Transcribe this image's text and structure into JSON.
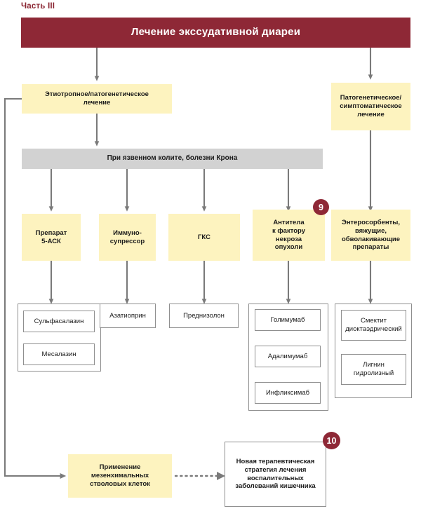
{
  "part_label": "Часть III",
  "title": "Лечение экссудативной диареи",
  "branches": {
    "left": "Этиотропное/патогенетическое\nлечение",
    "right": "Патогенетическое/\nсимптоматическое\nлечение"
  },
  "condition_bar": "При язвенном колите, болезни Крона",
  "categories": [
    {
      "name": "Препарат\n5-АСК"
    },
    {
      "name": "Иммуно-\nсупрессор"
    },
    {
      "name": "ГКС"
    },
    {
      "name": "Антитела\nк фактору\nнекроза\nопухоли"
    },
    {
      "name": "Энтеросорбенты,\nвяжущие,\nобволакивающие\nпрепараты"
    }
  ],
  "drugs": {
    "asa": [
      "Сульфасалазин",
      "Месалазин"
    ],
    "immunosuppressor": [
      "Азатиоприн"
    ],
    "gks": [
      "Преднизолон"
    ],
    "anti_tnf": [
      "Голимумаб",
      "Адалимумаб",
      "Инфликсимаб"
    ],
    "enterosorbents": [
      "Смектит\nдиоктаэдрический",
      "Лигнин\nгидролизный"
    ]
  },
  "bottom": {
    "stem_cells": "Применение\nмезенхимальных\nстволовых клеток",
    "strategy": "Новая терапевтическая\nстратегия лечения\nвоспалительных\nзаболеваний кишечника"
  },
  "badges": {
    "nine": "9",
    "ten": "10"
  },
  "colors": {
    "brand_red": "#8e2836",
    "yellow": "#fdf3bf",
    "grey_bar": "#d2d2d2",
    "connector": "#7a7a7a",
    "box_border": "#8f8f8f"
  }
}
